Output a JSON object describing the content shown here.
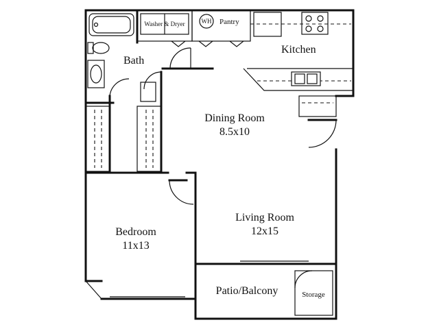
{
  "rooms": {
    "bath": "Bath",
    "kitchen": "Kitchen",
    "dining": {
      "name": "Dining Room",
      "size": "8.5x10"
    },
    "living": {
      "name": "Living Room",
      "size": "12x15"
    },
    "bedroom": {
      "name": "Bedroom",
      "size": "11x13"
    },
    "patio": "Patio/Balcony",
    "storage": "Storage"
  },
  "closets": {
    "laundry": "Washer & Dryer",
    "pantry": "Pantry",
    "water_heater": "WH"
  }
}
